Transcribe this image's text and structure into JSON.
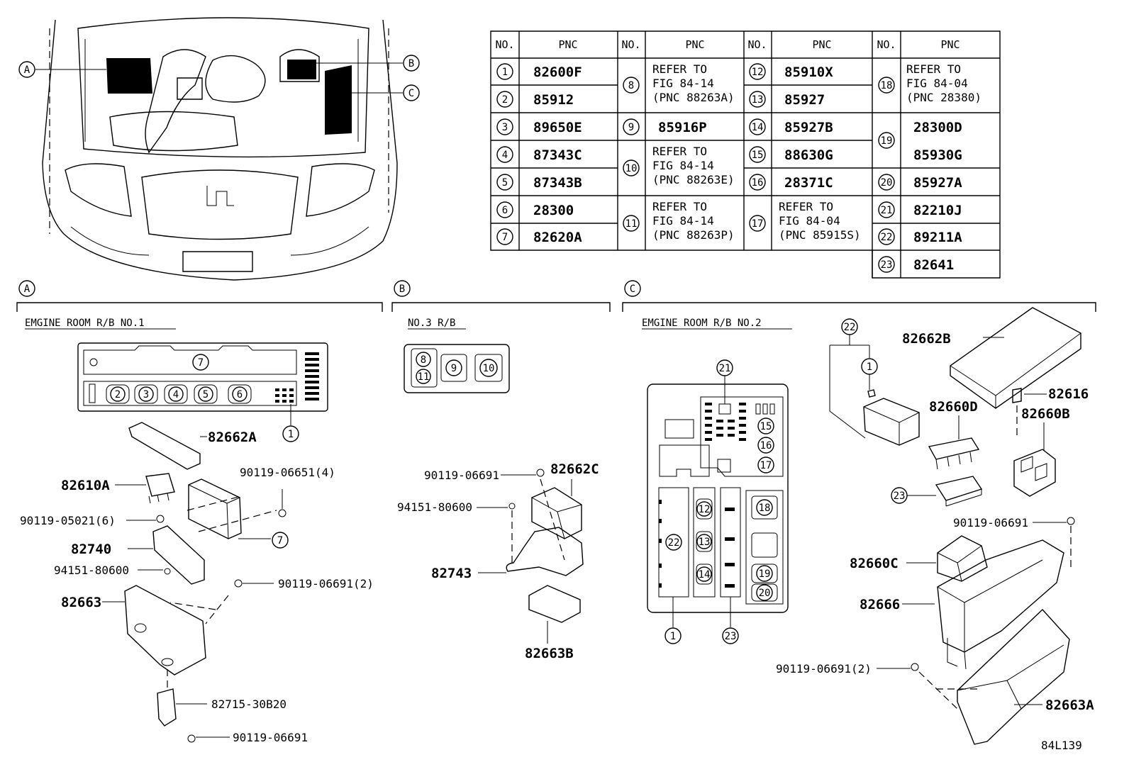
{
  "figure_code": "84L139",
  "engine_view": {
    "callouts": [
      "A",
      "B",
      "C"
    ]
  },
  "table": {
    "headers": [
      "NO.",
      "PNC",
      "NO.",
      "PNC",
      "NO.",
      "PNC",
      "NO.",
      "PNC"
    ],
    "col1": [
      {
        "no": "1",
        "pnc": "82600F"
      },
      {
        "no": "2",
        "pnc": "85912"
      },
      {
        "no": "3",
        "pnc": "89650E"
      },
      {
        "no": "4",
        "pnc": "87343C"
      },
      {
        "no": "5",
        "pnc": "87343B"
      },
      {
        "no": "6",
        "pnc": "28300"
      },
      {
        "no": "7",
        "pnc": "82620A"
      }
    ],
    "col2": [
      {
        "no": "8",
        "lines": [
          "REFER TO",
          "FIG 84-14",
          "(PNC 88263A)"
        ]
      },
      {
        "no": "9",
        "pnc": "85916P"
      },
      {
        "no": "10",
        "lines": [
          "REFER TO",
          "FIG 84-14",
          "(PNC 88263E)"
        ]
      },
      {
        "no": "11",
        "lines": [
          "REFER TO",
          "FIG 84-14",
          "(PNC 88263P)"
        ]
      }
    ],
    "col3": [
      {
        "no": "12",
        "pnc": "85910X"
      },
      {
        "no": "13",
        "pnc": "85927"
      },
      {
        "no": "14",
        "pnc": "85927B"
      },
      {
        "no": "15",
        "pnc": "88630G"
      },
      {
        "no": "16",
        "pnc": "28371C"
      },
      {
        "no": "17",
        "lines": [
          "REFER TO",
          "FIG 84-04",
          "(PNC 85915S)"
        ]
      }
    ],
    "col4": [
      {
        "no": "18",
        "lines": [
          "REFER TO",
          "FIG 84-04",
          "(PNC 28380)"
        ]
      },
      {
        "no": "19",
        "pncs": [
          "28300D",
          "85930G"
        ]
      },
      {
        "no": "20",
        "pnc": "85927A"
      },
      {
        "no": "21",
        "pnc": "82210J"
      },
      {
        "no": "22",
        "pnc": "89211A"
      },
      {
        "no": "23",
        "pnc": "82641"
      }
    ]
  },
  "section_a": {
    "letter": "A",
    "title": "EMGINE ROOM R/B NO.1",
    "box_callouts": [
      "7",
      "2",
      "3",
      "4",
      "5",
      "6",
      "1"
    ],
    "parts": {
      "p82662A": "82662A",
      "p82610A": "82610A",
      "p90119_06651": "90119-06651(4)",
      "p90119_05021": "90119-05021(6)",
      "c7": "7",
      "p82740": "82740",
      "p94151": "94151-80600",
      "p90119_06691_2": "90119-06691(2)",
      "p82663": "82663",
      "p82715": "82715-30B20",
      "p90119_06691": "90119-06691"
    }
  },
  "section_b": {
    "letter": "B",
    "title": "NO.3 R/B",
    "box_callouts": [
      "8",
      "11",
      "9",
      "10"
    ],
    "parts": {
      "p90119": "90119-06691",
      "p82662C": "82662C",
      "p94151": "94151-80600",
      "p82743": "82743",
      "p82663B": "82663B"
    }
  },
  "section_c": {
    "letter": "C",
    "title": "EMGINE ROOM R/B NO.2",
    "box_callouts": [
      "21",
      "15",
      "16",
      "17",
      "12",
      "13",
      "14",
      "18",
      "19",
      "20",
      "22",
      "1",
      "23"
    ],
    "parts": {
      "c22": "22",
      "c1": "1",
      "p82662B": "82662B",
      "p82616": "82616",
      "p82660D": "82660D",
      "p82660B": "82660B",
      "c23": "23",
      "p90119": "90119-06691",
      "p82660C": "82660C",
      "p82666": "82666",
      "p90119_2": "90119-06691(2)",
      "p82663A": "82663A"
    }
  }
}
